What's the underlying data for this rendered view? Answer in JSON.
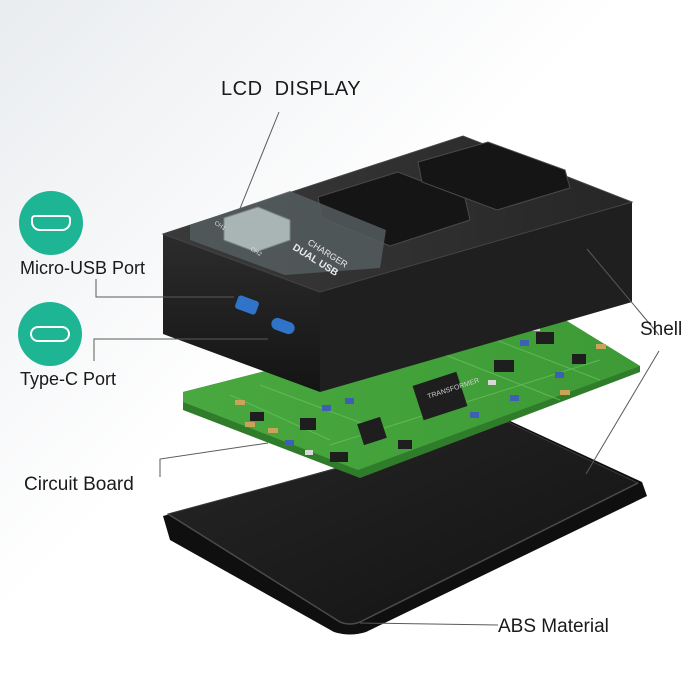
{
  "labels": {
    "lcd_display": "LCD  DISPLAY",
    "micro_usb_port": "Micro-USB Port",
    "type_c_port": "Type-C Port",
    "shell": "Shell",
    "circuit_board": "Circuit Board",
    "abs_material": "ABS Material"
  },
  "device_text": {
    "line1": "DUAL USB",
    "line2": "CHARGER",
    "ch1": "CH1",
    "ch2": "CH2"
  },
  "chip_text": "TRANSFORMER",
  "icons": {
    "micro_usb": "micro-usb-icon",
    "type_c": "type-c-icon"
  },
  "colors": {
    "icon_teal": "#1eb595",
    "shell": "#2a2a2a",
    "pcb_green": "#3fa33a",
    "base_plate": "#1c1c1c",
    "leader_line": "#555555"
  }
}
